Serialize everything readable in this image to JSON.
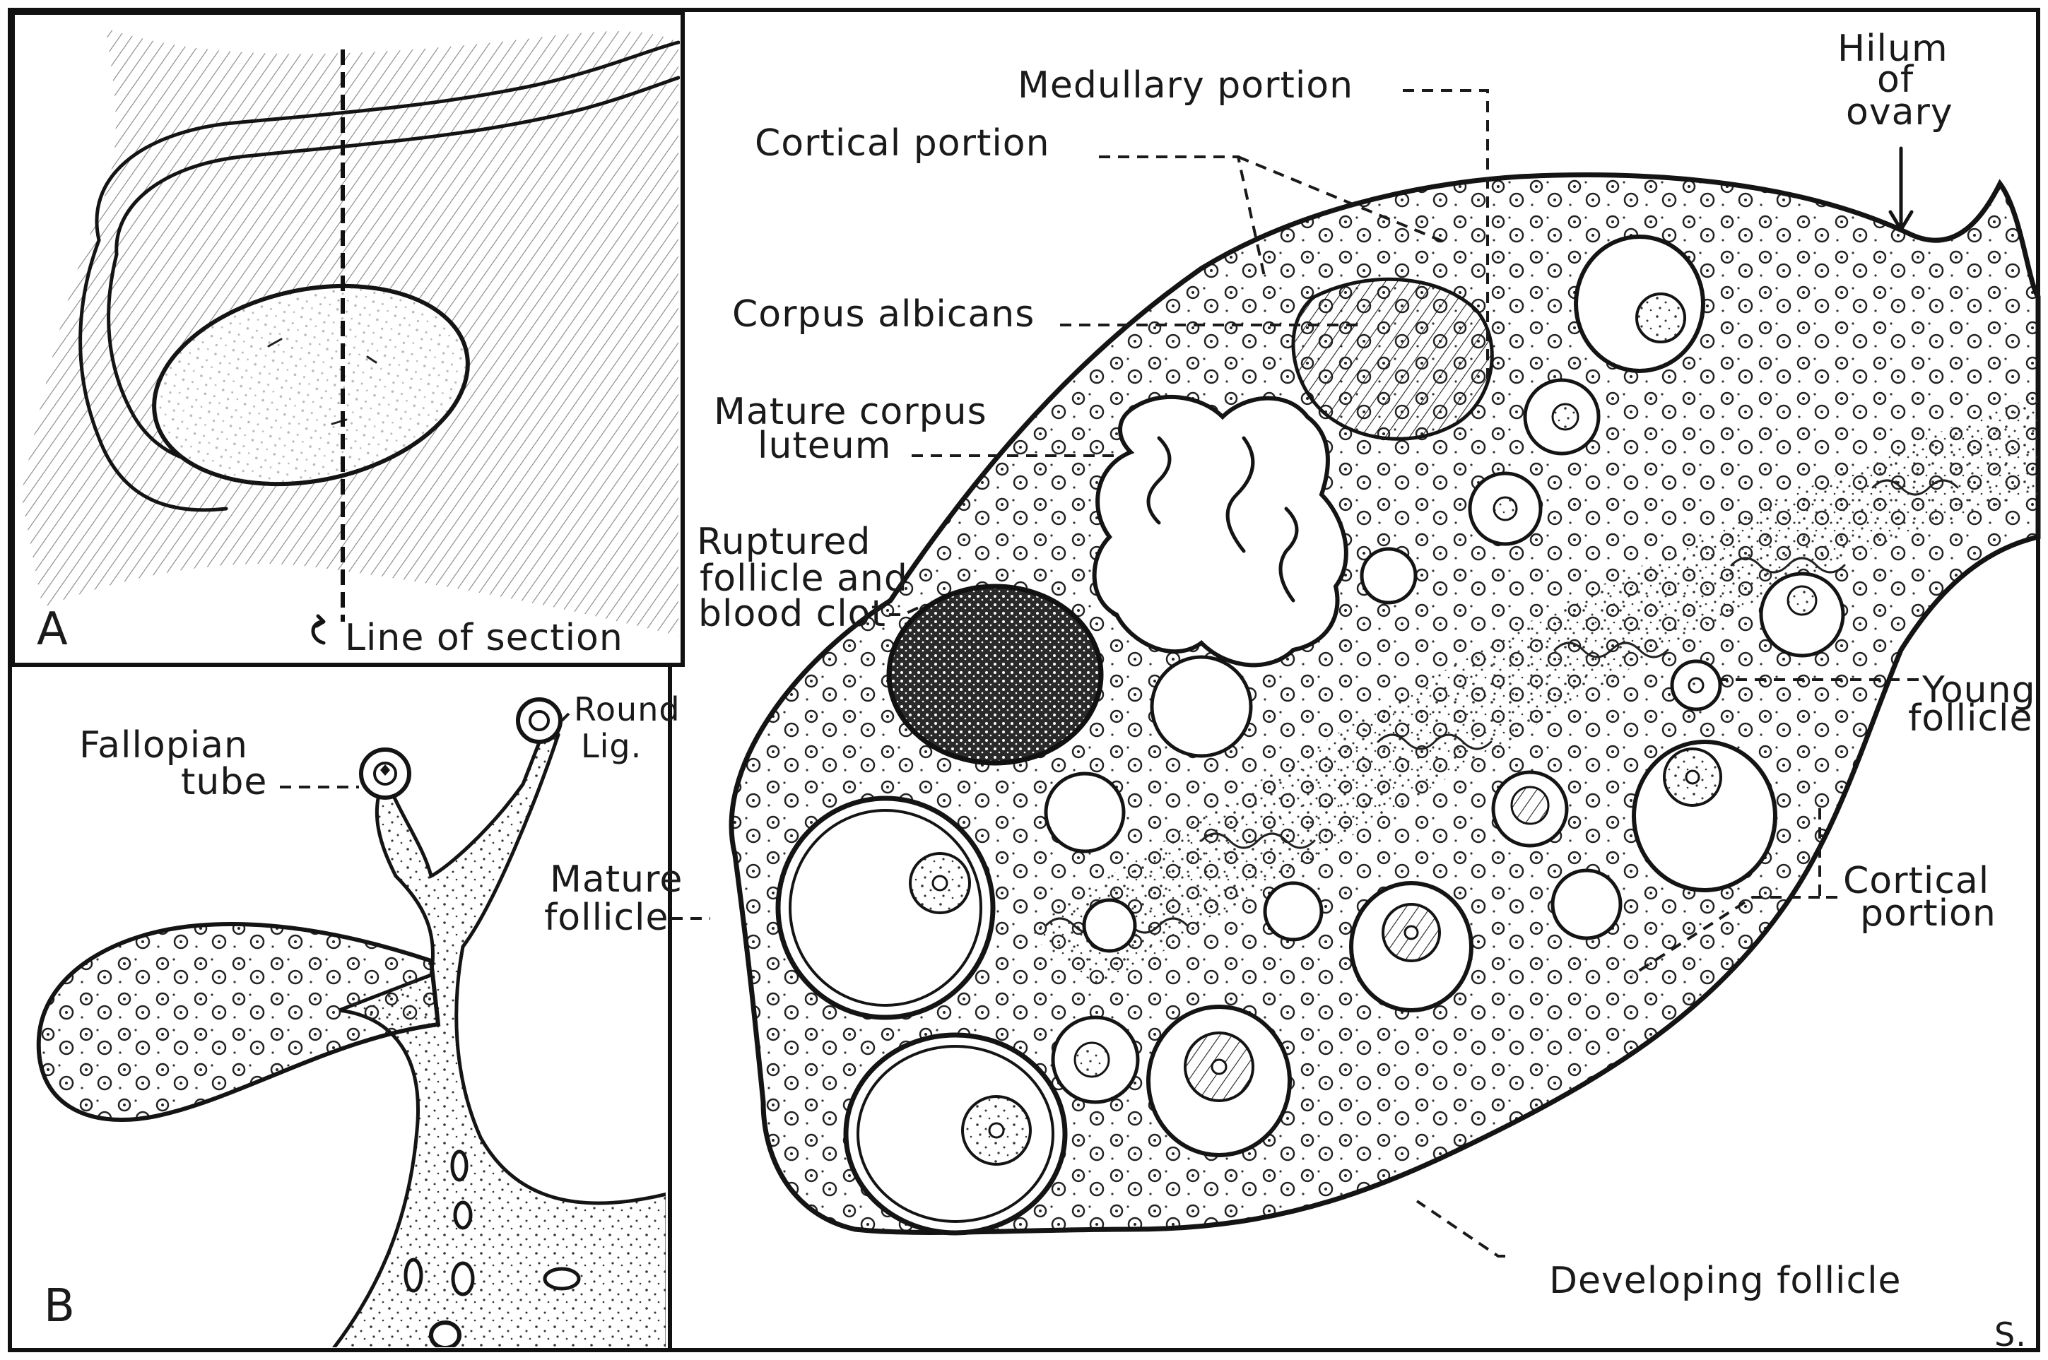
{
  "panel_a": {
    "letter": "A",
    "line_of_section": "Line of section"
  },
  "panel_b": {
    "letter": "B",
    "fallopian_line1": "Fallopian",
    "fallopian_line2": "tube",
    "round_line1": "Round",
    "round_line2": "Lig."
  },
  "main": {
    "medullary": "Medullary portion",
    "cortical_top": "Cortical portion",
    "hilum_line1": "Hilum",
    "hilum_line2": "of",
    "hilum_line3": "ovary",
    "corpus_albicans": "Corpus albicans",
    "mature_corpus_line1": "Mature corpus",
    "mature_corpus_line2": "luteum",
    "ruptured_line1": "Ruptured",
    "ruptured_line2": "follicle and",
    "ruptured_line3": "blood clot",
    "young_line1": "Young",
    "young_line2": "follicle",
    "mature_follicle_line1": "Mature",
    "mature_follicle_line2": "follicle",
    "cortical_right_line1": "Cortical",
    "cortical_right_line2": "portion",
    "developing": "Developing follicle",
    "signature": "S."
  }
}
